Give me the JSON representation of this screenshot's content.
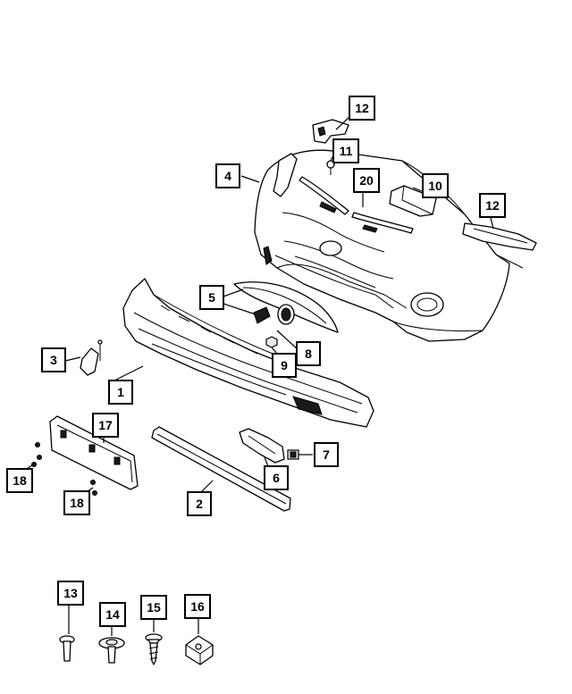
{
  "diagram": {
    "type": "exploded-parts-view",
    "colors": {
      "line": "#000000",
      "background": "#ffffff",
      "fill_light": "#e8e8e8"
    },
    "callouts": [
      {
        "id": "c1",
        "label": "1"
      },
      {
        "id": "c2",
        "label": "2"
      },
      {
        "id": "c3",
        "label": "3"
      },
      {
        "id": "c4",
        "label": "4"
      },
      {
        "id": "c5",
        "label": "5"
      },
      {
        "id": "c6",
        "label": "6"
      },
      {
        "id": "c7",
        "label": "7"
      },
      {
        "id": "c8",
        "label": "8"
      },
      {
        "id": "c9",
        "label": "9"
      },
      {
        "id": "c10",
        "label": "10"
      },
      {
        "id": "c11",
        "label": "11"
      },
      {
        "id": "c12a",
        "label": "12"
      },
      {
        "id": "c12b",
        "label": "12"
      },
      {
        "id": "c13",
        "label": "13"
      },
      {
        "id": "c14",
        "label": "14"
      },
      {
        "id": "c15",
        "label": "15"
      },
      {
        "id": "c16",
        "label": "16"
      },
      {
        "id": "c17",
        "label": "17"
      },
      {
        "id": "c18a",
        "label": "18"
      },
      {
        "id": "c18b",
        "label": "18"
      },
      {
        "id": "c20",
        "label": "20"
      }
    ]
  }
}
